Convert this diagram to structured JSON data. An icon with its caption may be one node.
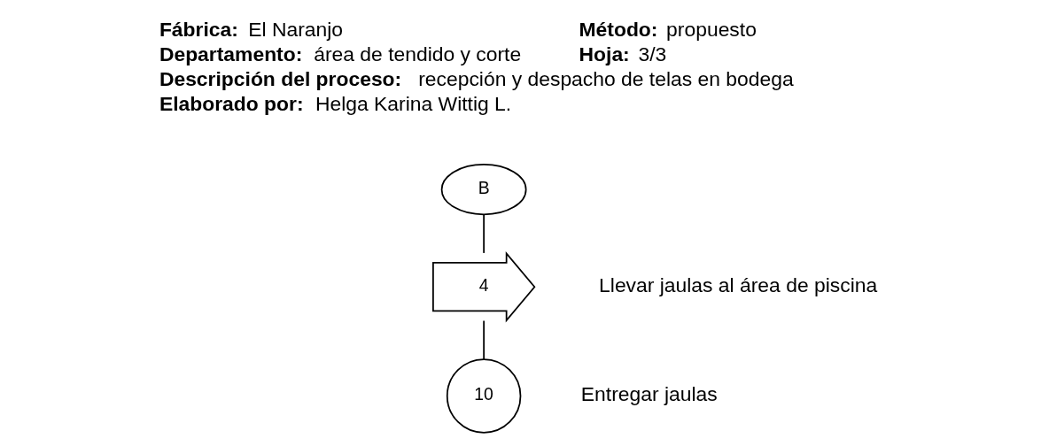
{
  "diagram": {
    "nodes": [
      {
        "text": [
          "B"
        ]
      },
      {
        "text": [
          "4"
        ],
        "beside": [
          "Llevar jaulas al área de piscina"
        ]
      },
      {
        "text": [
          "10"
        ],
        "beside": [
          "Entregar jaulas"
        ]
      }
    ],
    "edges": [
      {
        "from": 0,
        "to": 1,
        "arrow": "none"
      },
      {
        "from": 1,
        "to": 2,
        "arrow": "none"
      }
    ],
    "labels": [
      "**Fábrica:** El Naranjo",
      "**Método:** propuesto",
      "**Departamento:** área de tendido y corte",
      "**Hoja:** 3/3",
      "**Descripción del proceso:** recepción y despacho de telas en bodega",
      "**Elaborado por:** Helga Karina Wittig L."
    ]
  }
}
